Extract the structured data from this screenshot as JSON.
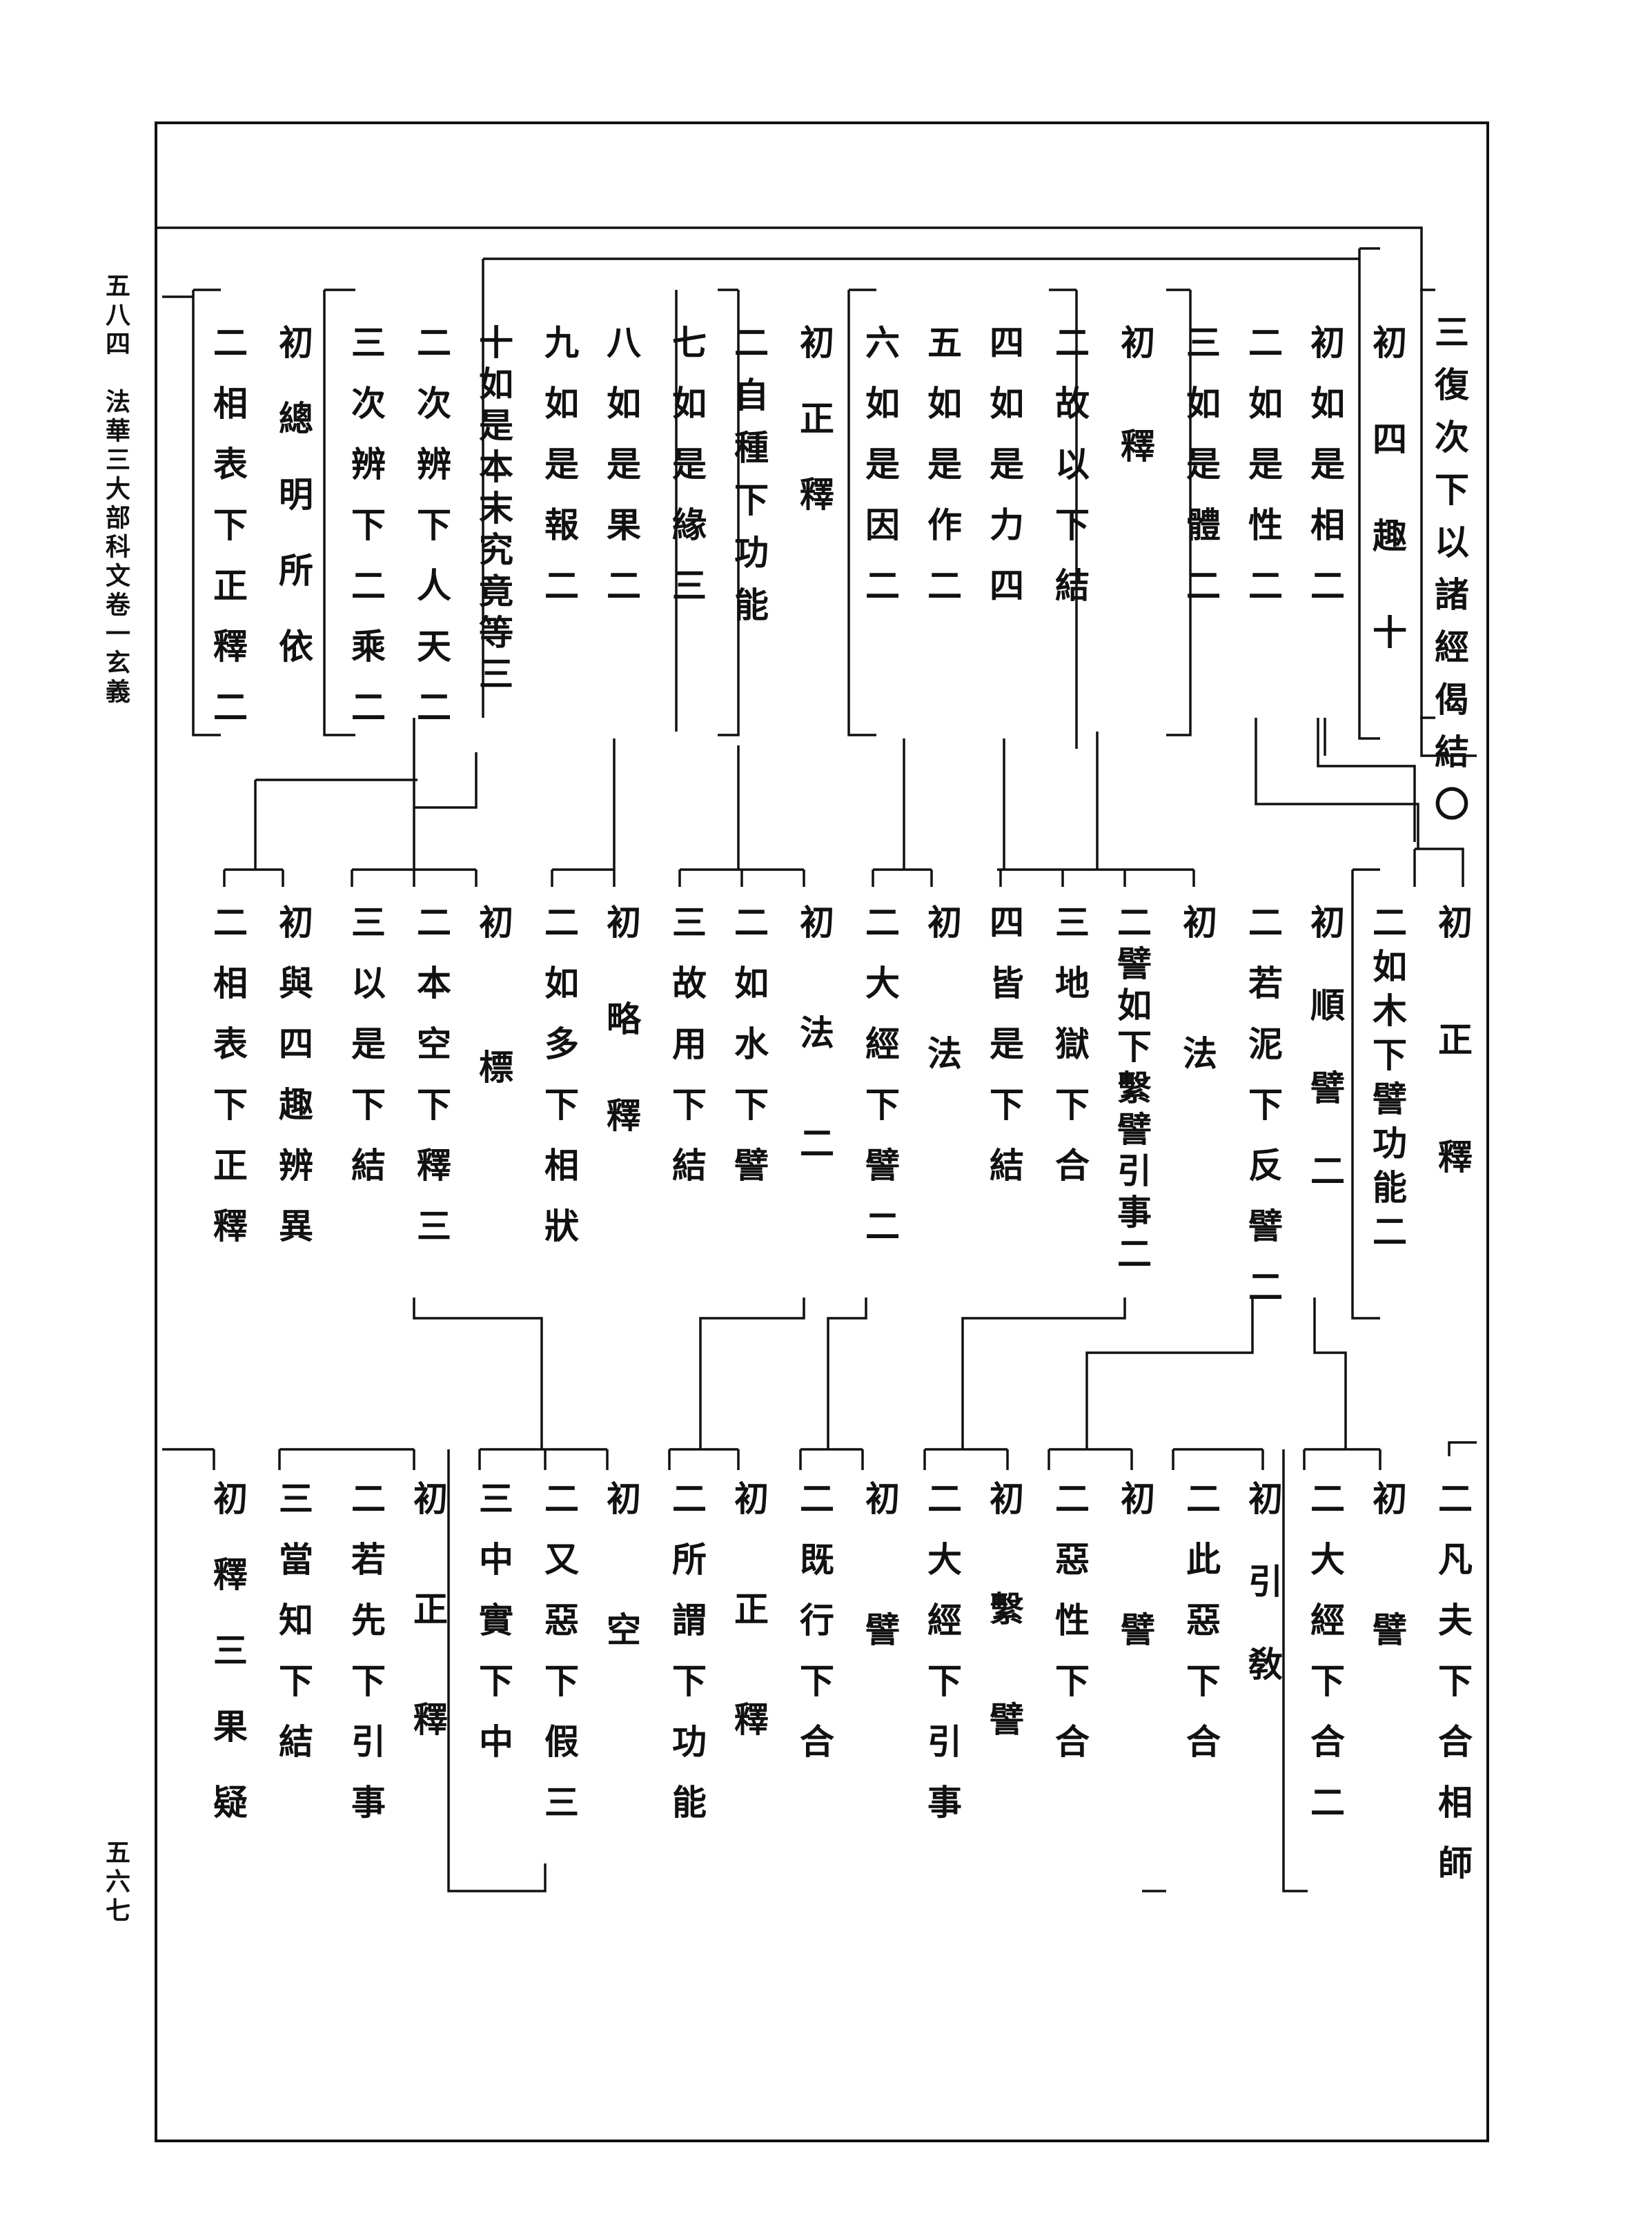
{
  "margin": {
    "left_header": "五八四　法華三大部科文卷一玄義",
    "page_number": "五六七"
  },
  "row1": [
    "三復次下以諸經偈結〇",
    "初四趣十",
    "初如是相二",
    "二如是性二",
    "三如是體二",
    "初釋",
    "二故以下結",
    "四如是力四",
    "五如是作二",
    "六如是因二",
    "初正釋",
    "二自種下功能",
    "七如是緣三",
    "八如是果二",
    "九如是報二",
    "十如是本末究竟等三",
    "二次辨下人天二",
    "三次辨下二乘二",
    "初總明所依",
    "二相表下正釋二"
  ],
  "row2": [
    "初正釋",
    "二如木下譬功能二",
    "初順譬二",
    "二若泥下反譬二",
    "初法",
    "二譬如下繫譬引事二",
    "三地獄下合",
    "四皆是下結",
    "初法",
    "二大經下譬二",
    "初法二",
    "二如水下譬",
    "三故用下結",
    "初略釋",
    "二如多下相狀",
    "初標",
    "二本空下釋三",
    "三以是下結",
    "初與四趣辨異",
    "二相表下正釋"
  ],
  "row3": [
    "二凡夫下合相師",
    "初譬",
    "二大經下合二",
    "初引敎",
    "二此惡下合",
    "初譬",
    "二惡性下合",
    "初繫譬",
    "二大經下引事",
    "初譬",
    "二既行下合",
    "初正釋",
    "二所謂下功能",
    "初空",
    "二又惡下假三",
    "三中實下中",
    "初正釋",
    "二若先下引事",
    "三當知下結",
    "初釋三果疑"
  ]
}
